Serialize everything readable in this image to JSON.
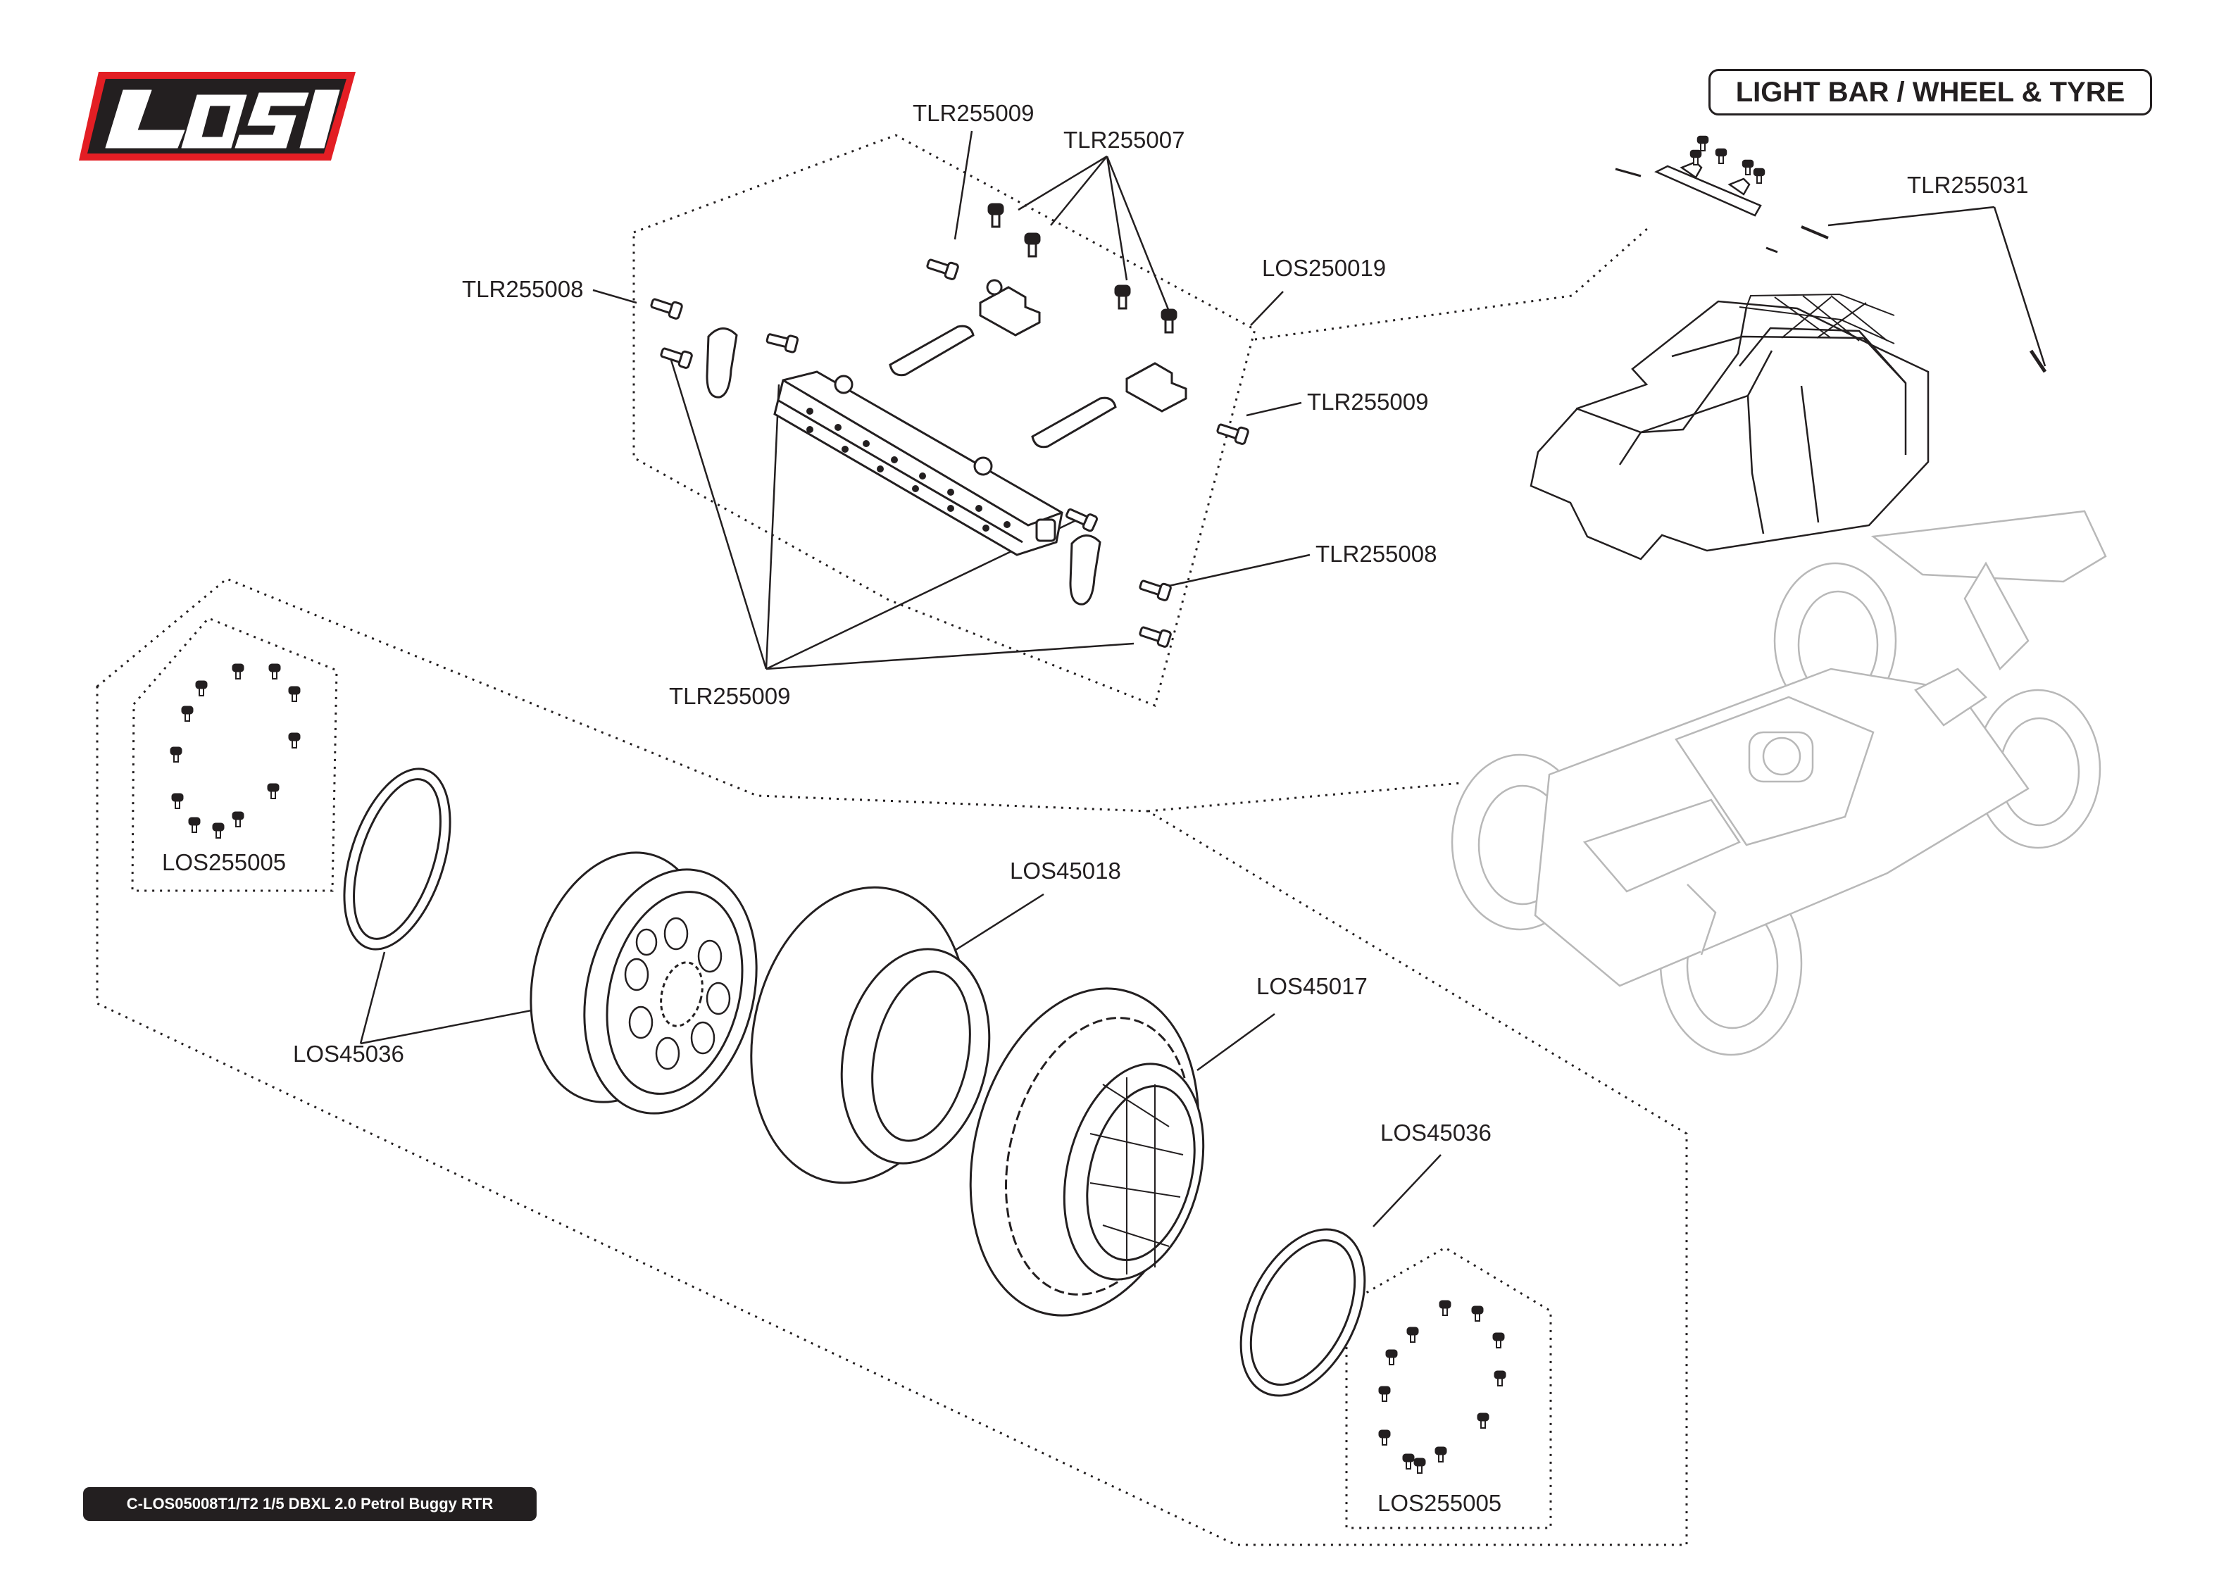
{
  "brand": {
    "logo_text": "LOSI"
  },
  "section_title": "LIGHT BAR / WHEEL & TYRE",
  "footer_label": "C-LOS05008T1/T2 1/5 DBXL 2.0 Petrol Buggy RTR",
  "part_labels": {
    "tlr255009_top": "TLR255009",
    "tlr255007": "TLR255007",
    "tlr255008_left": "TLR255008",
    "los250019": "LOS250019",
    "tlr255009_right": "TLR255009",
    "tlr255008_right": "TLR255008",
    "tlr255009_bottom": "TLR255009",
    "tlr255031": "TLR255031",
    "los255005_left": "LOS255005",
    "los45018": "LOS45018",
    "los45036_left": "LOS45036",
    "los45017": "LOS45017",
    "los45036_right": "LOS45036",
    "los255005_right": "LOS255005"
  },
  "colors": {
    "line": "#231f20",
    "logo_red": "#e31e24",
    "faded_vehicle": "#b8b8b8"
  }
}
